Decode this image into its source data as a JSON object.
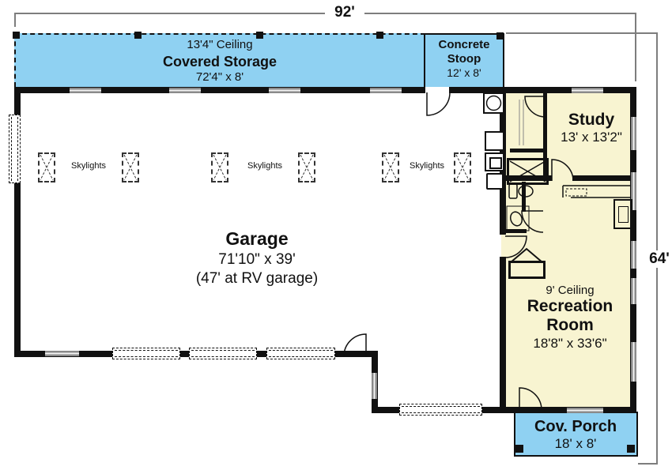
{
  "dimensions": {
    "width_label": "92'",
    "height_label": "64'"
  },
  "rooms": {
    "covered_storage": {
      "ceiling": "13'4\" Ceiling",
      "name": "Covered Storage",
      "size": "72'4\" x 8'"
    },
    "concrete_stoop": {
      "name_line1": "Concrete",
      "name_line2": "Stoop",
      "size": "12' x 8'"
    },
    "garage": {
      "name": "Garage",
      "size": "71'10\" x 39'",
      "note": "(47' at RV garage)"
    },
    "study": {
      "name": "Study",
      "size": "13' x 13'2\""
    },
    "recreation_room": {
      "ceiling": "9' Ceiling",
      "name_line1": "Recreation",
      "name_line2": "Room",
      "size": "18'8\" x 33'6\""
    },
    "covered_porch": {
      "name": "Cov. Porch",
      "size": "18' x 8'"
    }
  },
  "labels": {
    "skylights": "Skylights"
  },
  "colors": {
    "porch_blue": "#8FD1F2",
    "room_yellow": "#F8F4D1",
    "wall_black": "#111111",
    "window_gray": "#9A9A9A",
    "dim_gray": "#7D7D7D"
  }
}
